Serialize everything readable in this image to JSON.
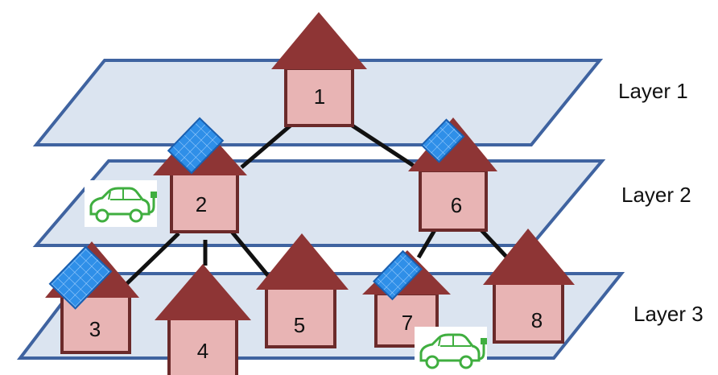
{
  "layers": [
    {
      "label": "Layer 1"
    },
    {
      "label": "Layer 2"
    },
    {
      "label": "Layer 3"
    }
  ],
  "houses": [
    {
      "id": "1",
      "solar": false
    },
    {
      "id": "2",
      "solar": true,
      "ev_charger": true
    },
    {
      "id": "3",
      "solar": true
    },
    {
      "id": "4",
      "solar": false
    },
    {
      "id": "5",
      "solar": false
    },
    {
      "id": "6",
      "solar": true
    },
    {
      "id": "7",
      "solar": true,
      "ev_charger": true
    },
    {
      "id": "8",
      "solar": false
    }
  ],
  "connections": [
    [
      "1",
      "2"
    ],
    [
      "1",
      "6"
    ],
    [
      "2",
      "3"
    ],
    [
      "2",
      "4"
    ],
    [
      "2",
      "5"
    ],
    [
      "6",
      "7"
    ],
    [
      "6",
      "8"
    ]
  ],
  "colors": {
    "plane_fill": "#dbe4f0",
    "plane_stroke": "#3f63a0",
    "roof": "#8e3535",
    "house_body": "#e8b4b4",
    "house_stroke": "#6b2a2a",
    "solar": "#2f8fe8",
    "ev_green": "#3fae3f"
  }
}
